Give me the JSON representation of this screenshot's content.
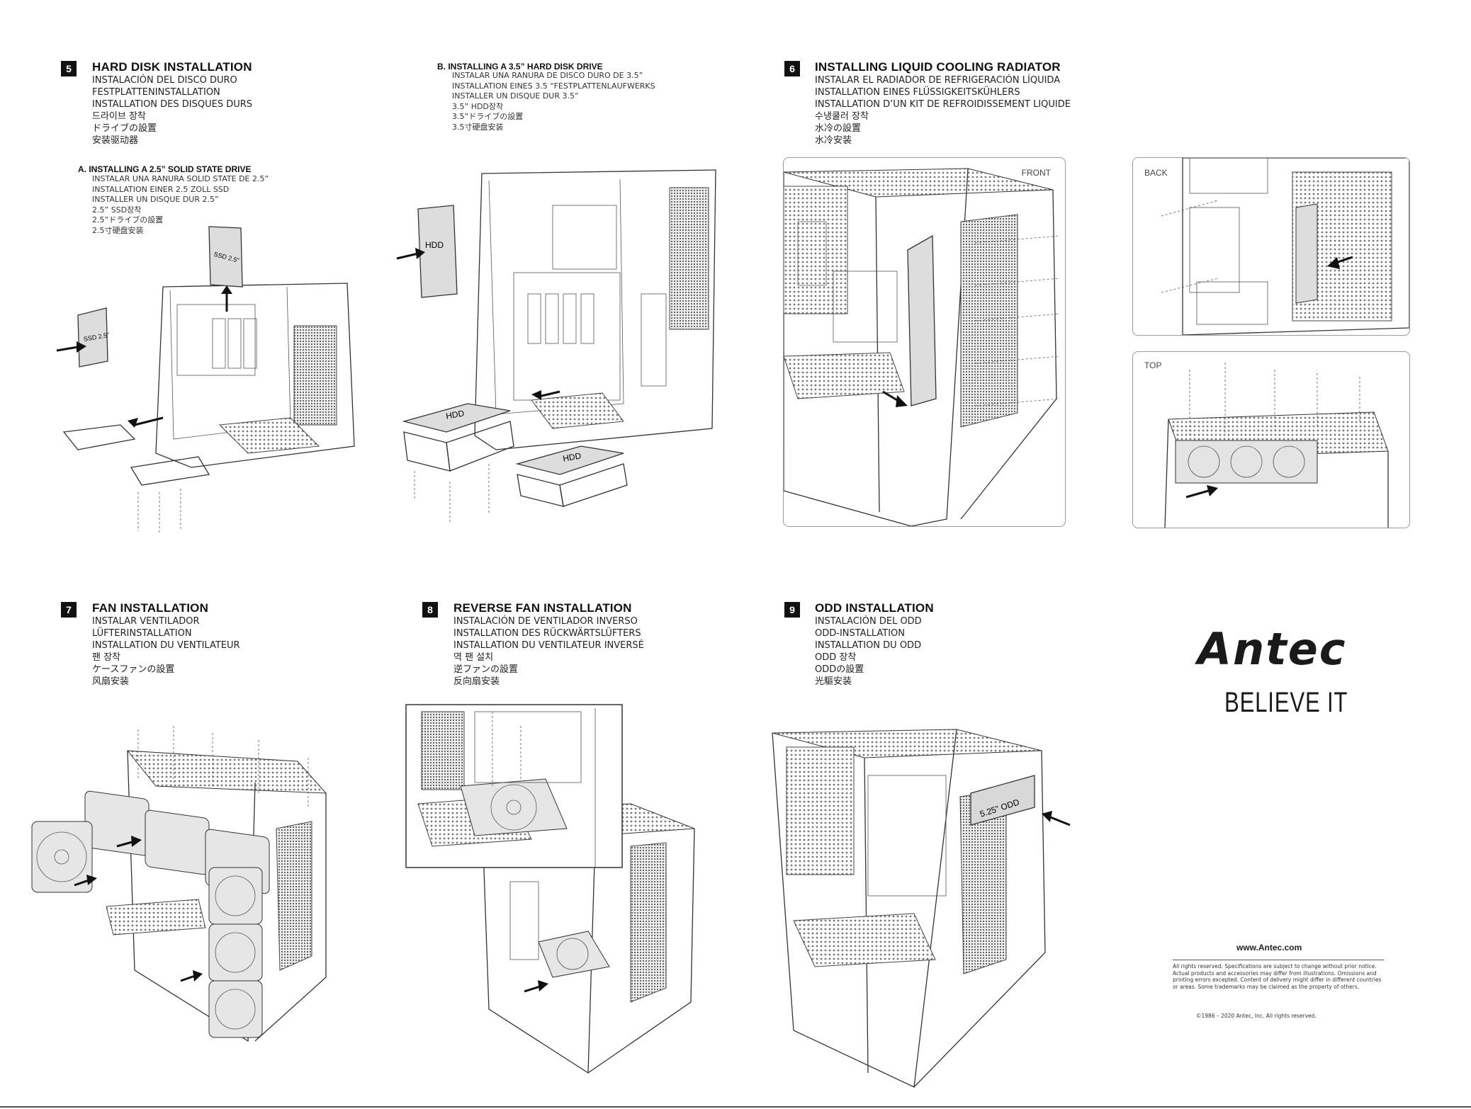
{
  "s5": {
    "num": "5",
    "title": "HARD DISK INSTALLATION",
    "tr": [
      "INSTALACIÓN DEL DISCO DURO",
      "FESTPLATTENINSTALLATION",
      "INSTALLATION DES DISQUES DURS",
      "드라이브 장착",
      "ドライブの設置",
      "安装驱动器"
    ],
    "a_title": "A.  INSTALLING A 2.5”  SOLID STATE DRIVE",
    "a_tr": [
      "INSTALAR UNA RANURA SOLID STATE DE 2.5”",
      "INSTALLATION EINER 2.5 ZOLL SSD",
      "INSTALLER UN DISQUE DUR 2.5”",
      "2.5” SSD장착",
      "2.5”ドライブの設置",
      "2.5寸硬盘安装"
    ],
    "b_title": "B.  INSTALLING A 3.5”  HARD DISK DRIVE",
    "b_tr": [
      "INSTALAR UNA RANURA DE DISCO DURO DE 3.5”",
      "INSTALLATION EINES 3.5 “FESTPLATTENLAUFWERKS",
      "INSTALLER UN DISQUE DUR 3.5”",
      "3.5” HDD장착",
      "3.5”ドライブの設置",
      "3.5寸硬盘安装"
    ],
    "ssd_label": "SSD 2.5\"",
    "hdd_label": "HDD"
  },
  "s6": {
    "num": "6",
    "title": "INSTALLING LIQUID COOLING RADIATOR",
    "tr": [
      "INSTALAR EL RADIADOR DE REFRIGERACIÓN LÍQUIDA",
      "INSTALLATION EINES FLÜSSIGKEITSKÜHLERS",
      "INSTALLATION D’UN KIT DE REFROIDISSEMENT LIQUIDE",
      "수냉쿨러 장착",
      "水冷の設置",
      "水冷安装"
    ],
    "front": "FRONT",
    "back": "BACK",
    "top": "TOP"
  },
  "s7": {
    "num": "7",
    "title": "FAN INSTALLATION",
    "tr": [
      "INSTALAR VENTILADOR",
      "LÜFTERINSTALLATION",
      "INSTALLATION DU VENTILATEUR",
      "팬 장착",
      "ケースファンの設置",
      "风扇安装"
    ]
  },
  "s8": {
    "num": "8",
    "title": "REVERSE FAN INSTALLATION",
    "tr": [
      "INSTALACIÓN DE VENTILADOR INVERSO",
      "INSTALLATION DES RÜCKWÄRTSLÜFTERS",
      "INSTALLATION DU VENTILATEUR INVERSÉ",
      "역 팬 설치",
      "逆ファンの設置",
      "反向扇安装"
    ]
  },
  "s9": {
    "num": "9",
    "title": "ODD INSTALLATION",
    "tr": [
      "INSTALACIÓN DEL ODD",
      "ODD-INSTALLATION",
      "INSTALLATION DU ODD",
      "ODD 장착",
      "ODDの設置",
      "光驅安装"
    ],
    "odd_label": "5.25\" ODD"
  },
  "brand": {
    "logo": "Antec",
    "tagline": "BELIEVE IT",
    "website": "www.Antec.com",
    "legal": "All rights reserved. Specifications are subject to change without prior notice. Actual products and accessories may differ from illustrations. Omissions and printing errors excepted. Content of delivery might differ in different countries or areas. Some trademarks may be claimed as the property of others.",
    "copyright": "©1986 – 2020 Antec, Inc. All rights reserved."
  }
}
